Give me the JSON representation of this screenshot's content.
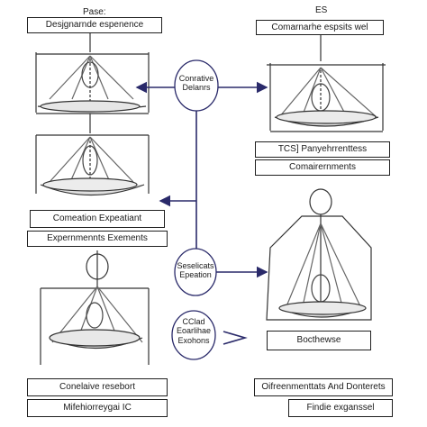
{
  "left": {
    "header_small": "Pase:",
    "header_box": "Desjgnarnde espenence",
    "mid_box_1": "Comeation Expeatiant",
    "mid_box_2": "Expernmennts Exements",
    "bottom_box_1": "Conelaive resebort",
    "bottom_box_2": "Mifehiorreygai IC"
  },
  "right": {
    "header_small": "ES",
    "header_box": "Comarnarhe espsits wel",
    "mid_box_1": "TCS] Panyehrrenttess",
    "mid_box_2": "Comairernments",
    "base_box": "Bocthewse",
    "bottom_box_1": "Oifreenmenttats And Donterets",
    "bottom_box_2": "Findie exganssel"
  },
  "center": {
    "circle_1": [
      "Conrative",
      "Delanrs"
    ],
    "circle_2": [
      "Seselicats",
      "Epeation"
    ],
    "circle_3": [
      "CClad",
      "Eoarlihae",
      "Exohons"
    ]
  }
}
